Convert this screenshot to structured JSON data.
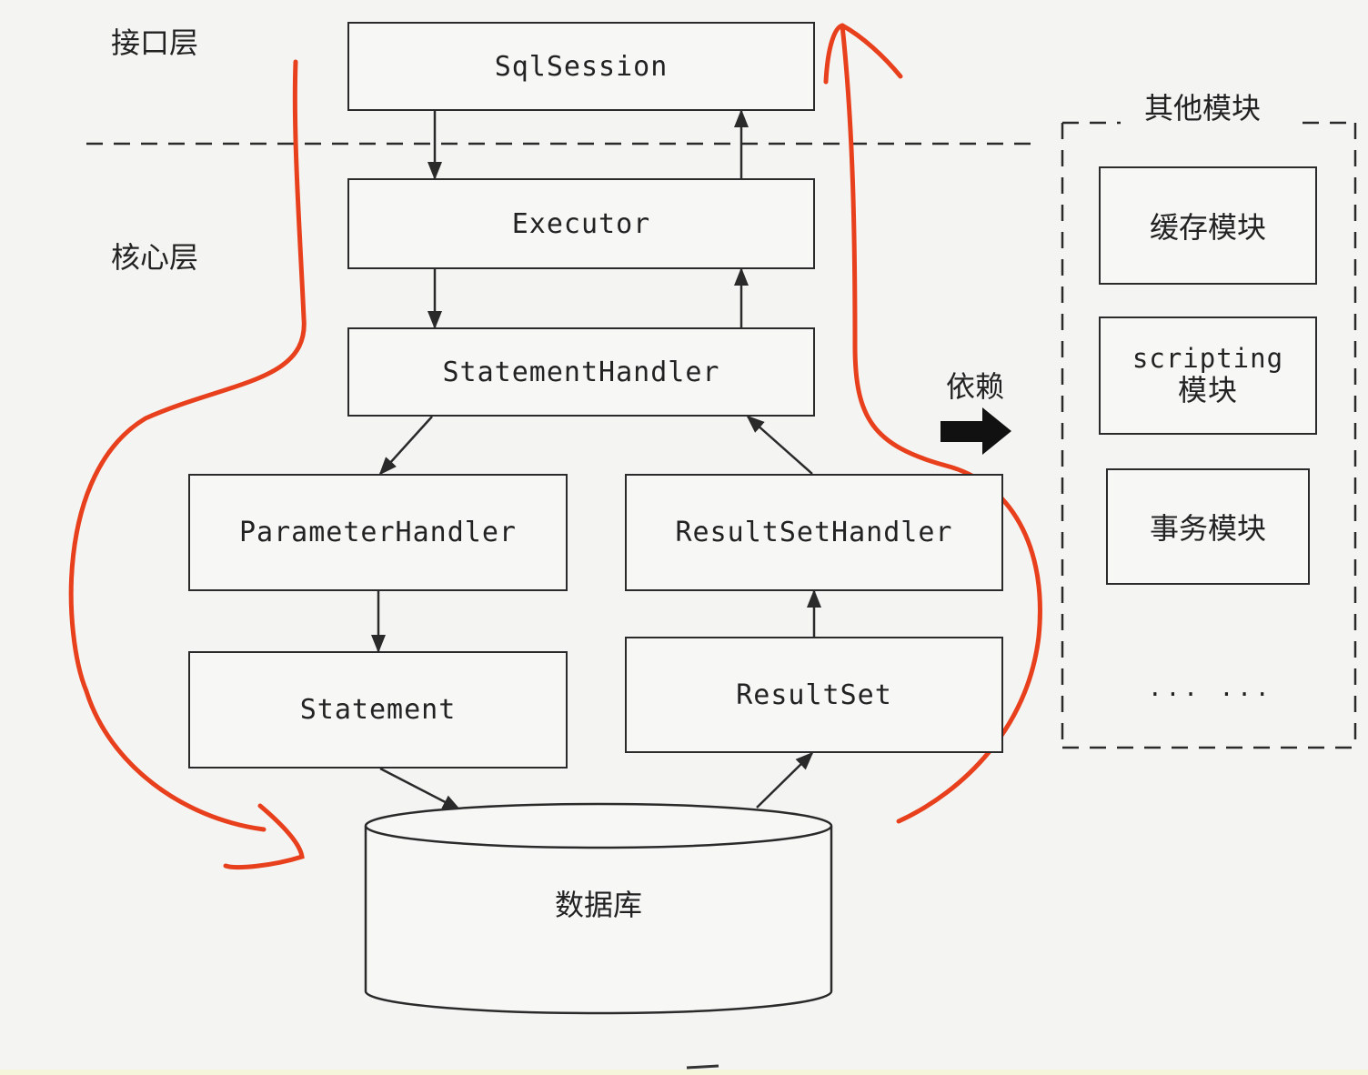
{
  "layers": {
    "interface": "接口层",
    "core": "核心层"
  },
  "components": {
    "sqlsession": "SqlSession",
    "executor": "Executor",
    "statement_handler": "StatementHandler",
    "parameter_handler": "ParameterHandler",
    "resultset_handler": "ResultSetHandler",
    "statement": "Statement",
    "resultset": "ResultSet",
    "database": "数据库"
  },
  "dependency_label": "依赖",
  "other_modules": {
    "title": "其他模块",
    "items": [
      "缓存模块",
      "scripting\n模块",
      "事务模块"
    ],
    "ellipsis": "... ..."
  },
  "colors": {
    "line": "#2a2a2a",
    "annotation": "#e8401c"
  }
}
